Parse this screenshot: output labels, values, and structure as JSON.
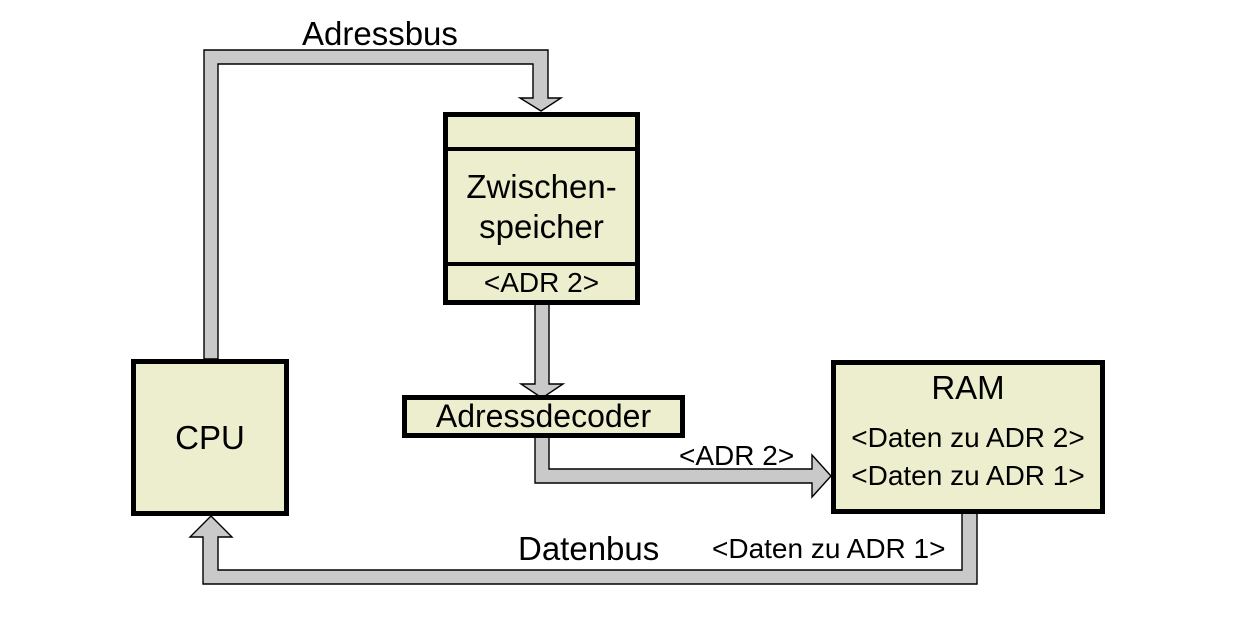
{
  "colors": {
    "background": "#ffffff",
    "box_fill": "#edeecd",
    "bus_fill": "#c9c9c9",
    "outline": "#000000",
    "text": "#000000"
  },
  "bus_labels": {
    "adressbus": "Adressbus",
    "datenbus": "Datenbus",
    "adr2_transfer": "<ADR 2>",
    "daten_zu_adr1_transfer": "<Daten zu ADR 1>"
  },
  "nodes": {
    "cpu": {
      "label": "CPU"
    },
    "zwischenspeicher": {
      "label_line1": "Zwischen-",
      "label_line2": "speicher",
      "register_value": "<ADR 2>"
    },
    "adressdecoder": {
      "label": "Adressdecoder"
    },
    "ram": {
      "title": "RAM",
      "entries": [
        "<Daten zu ADR 2>",
        "<Daten zu ADR 1>"
      ]
    }
  }
}
